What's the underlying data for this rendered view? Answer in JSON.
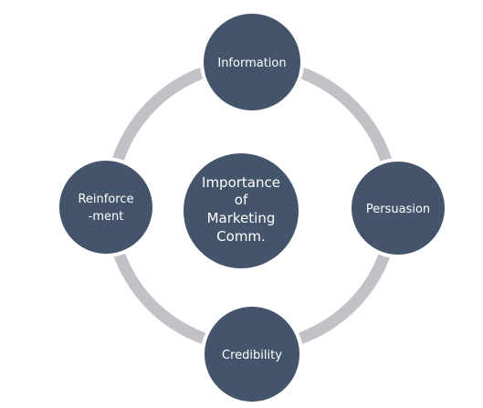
{
  "colors": {
    "ring": "#c0c2c7",
    "node_fill": "#44546a",
    "node_stroke": "#ffffff",
    "label_text": "#ffffff",
    "background": "#ffffff"
  },
  "diagram": {
    "center": {
      "lines": [
        "Importance",
        "of",
        "Marketing",
        "Comm."
      ]
    },
    "nodes": [
      {
        "id": "information",
        "lines": [
          "Information"
        ]
      },
      {
        "id": "persuasion",
        "lines": [
          "Persuasion"
        ]
      },
      {
        "id": "credibility",
        "lines": [
          "Credibility"
        ]
      },
      {
        "id": "reinforcement",
        "lines": [
          "Reinforce",
          "-ment"
        ]
      }
    ]
  }
}
